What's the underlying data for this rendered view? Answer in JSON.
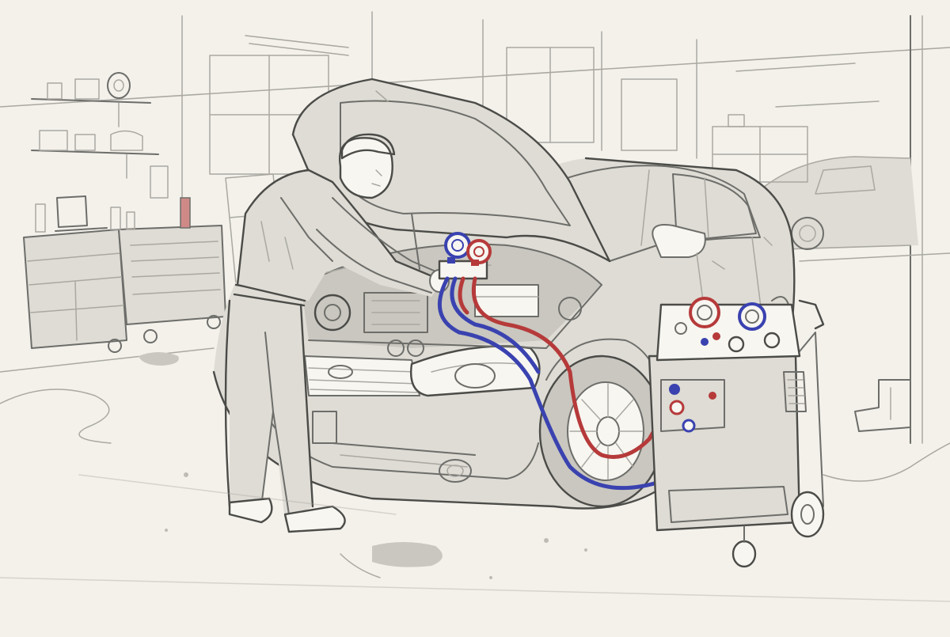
{
  "scene": {
    "style": "pencil sketch",
    "background": "#f3f1ea",
    "accent_red": "#b63a3a",
    "accent_blue": "#3a42b0",
    "pencil_color": "#6d6d6a"
  },
  "objects": {
    "technician": "technician",
    "car": "sedan",
    "manifold": "manifold-gauge-set",
    "ac_machine": "ac-recovery-machine",
    "background_car": "background-car",
    "tool_cart": "tool-cart",
    "shelves": "wall-shelves"
  }
}
